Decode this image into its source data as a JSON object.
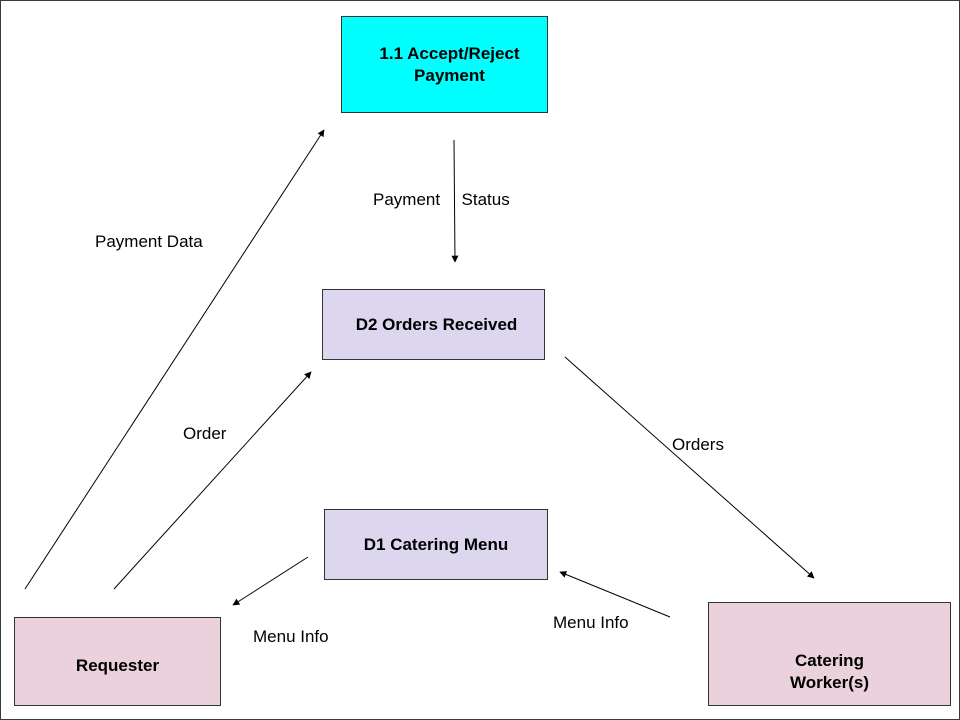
{
  "diagram": {
    "nodes": {
      "process": {
        "label": "1.1 Accept/Reject\nPayment",
        "fill": "#00ffff"
      },
      "d2": {
        "label": "D2 Orders Received",
        "fill": "#dcd6ee"
      },
      "d1": {
        "label": "D1 Catering Menu",
        "fill": "#dcd6ee"
      },
      "requester": {
        "label": "Requester",
        "fill": "#ead1dc"
      },
      "catering": {
        "label": "Catering\nWorker(s)",
        "fill": "#ead1dc"
      }
    },
    "edges": {
      "payment_status": {
        "from": "process",
        "to": "d2",
        "label": "Payment  Status"
      },
      "payment_data": {
        "from": "requester",
        "to": "process",
        "label": "Payment Data"
      },
      "order": {
        "from": "requester",
        "to": "d2",
        "label": "Order"
      },
      "orders": {
        "from": "d2",
        "to": "catering",
        "label": "Orders"
      },
      "menu_info_left": {
        "from": "d1",
        "to": "requester",
        "label": "Menu Info"
      },
      "menu_info_right": {
        "from": "catering",
        "to": "d1",
        "label": "Menu Info"
      }
    }
  }
}
